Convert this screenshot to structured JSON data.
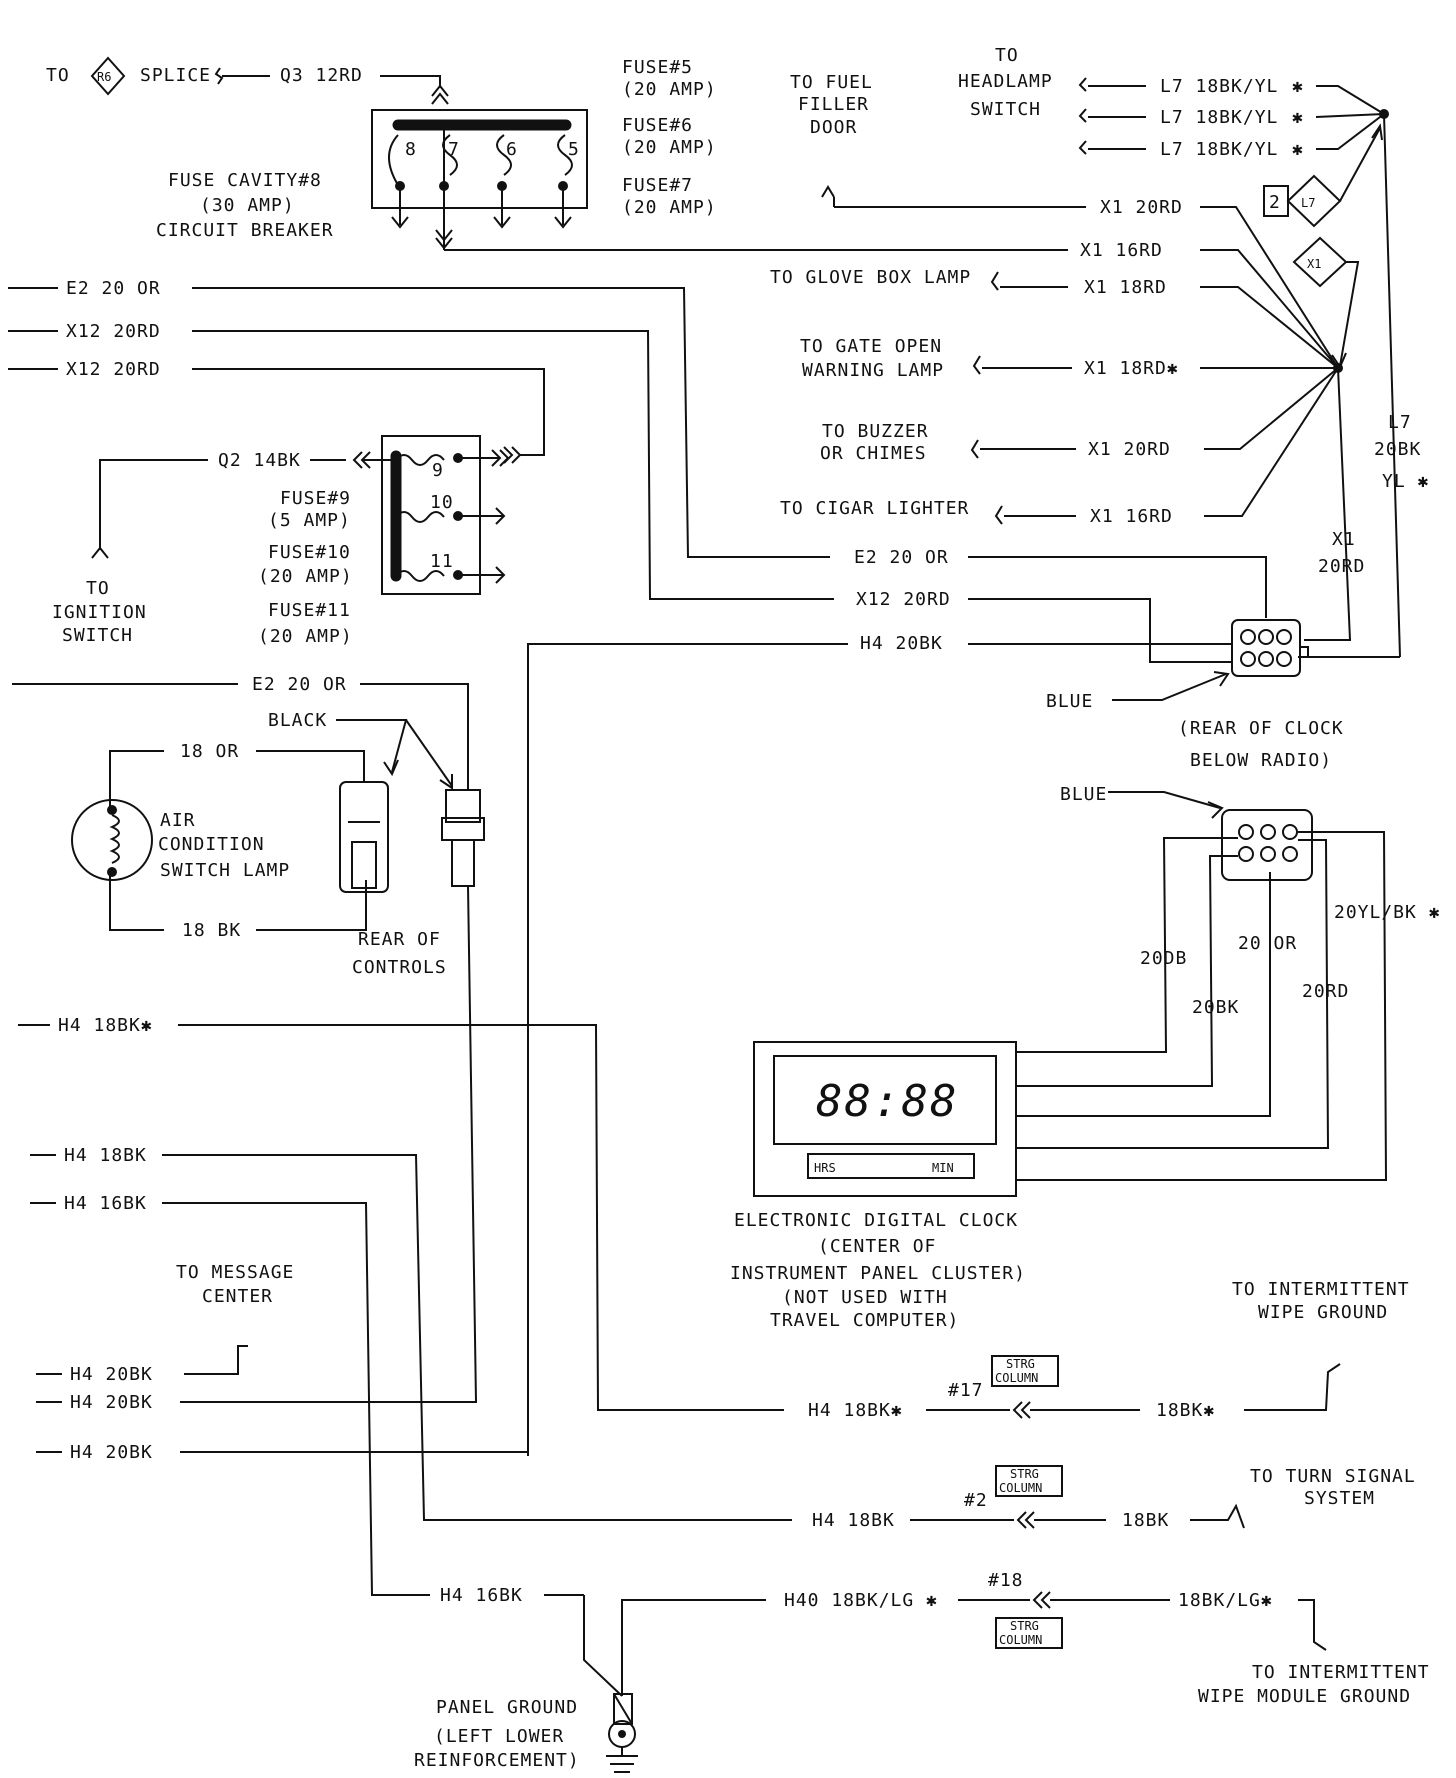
{
  "splice": {
    "to": "TO",
    "badge": "R6",
    "splice": "SPLICE",
    "wire": "Q3 12RD"
  },
  "fuse_block_top": {
    "cavities": [
      "8",
      "7",
      "6",
      "5"
    ],
    "cavity8": [
      "FUSE CAVITY#8",
      "(30 AMP)",
      "CIRCUIT BREAKER"
    ],
    "fuse5": [
      "FUSE#5",
      "(20 AMP)"
    ],
    "fuse6": [
      "FUSE#6",
      "(20 AMP)"
    ],
    "fuse7": [
      "FUSE#7",
      "(20 AMP)"
    ]
  },
  "fuel_filler": [
    "TO FUEL",
    "FILLER",
    "DOOR"
  ],
  "headlamp": {
    "label": [
      "TO",
      "HEADLAMP",
      "SWITCH"
    ],
    "wires": [
      "L7 18BK/YL",
      "L7 18BK/YL",
      "L7 18BK/YL"
    ],
    "star": "✱"
  },
  "splice_l7": {
    "num": "2",
    "badge": "L7"
  },
  "splice_x1": {
    "badge": "X1"
  },
  "x1_wires": {
    "w1": "X1 20RD",
    "w2": "X1 16RD",
    "w3": "X1 18RD",
    "w4": "X1 18RD✱",
    "w5": "X1 20RD",
    "w6": "X1 16RD"
  },
  "destinations": {
    "glove": "TO GLOVE BOX LAMP",
    "gate": [
      "TO GATE OPEN",
      "WARNING LAMP"
    ],
    "buzzer": [
      "TO BUZZER",
      "OR CHIMES"
    ],
    "cigar": "TO CIGAR LIGHTER"
  },
  "l7_vertical": [
    "L7",
    "20BK",
    "YL ✱"
  ],
  "x1_vertical": [
    "X1",
    "20RD"
  ],
  "left_wires": {
    "e2_top": "E2 20 OR",
    "x12a": "X12 20RD",
    "x12b": "X12 20RD",
    "q2": "Q2 14BK"
  },
  "fuse_block_mid": {
    "nums": [
      "9",
      "10",
      "11"
    ],
    "fuse9": [
      "FUSE#9",
      "(5 AMP)"
    ],
    "fuse10": [
      "FUSE#10",
      "(20 AMP)"
    ],
    "fuse11": [
      "FUSE#11",
      "(20 AMP)"
    ]
  },
  "ignition": [
    "TO",
    "IGNITION",
    "SWITCH"
  ],
  "mid_wires": {
    "e2": "E2 20 OR",
    "x12": "X12 20RD",
    "h4": "H4 20BK"
  },
  "clock_conn_rear": {
    "blue": "BLUE",
    "label": [
      "(REAR OF CLOCK",
      "BELOW RADIO)"
    ]
  },
  "ac_section": {
    "e2": "E2 20 OR",
    "black": "BLACK",
    "w18or": "18 OR",
    "w18bk": "18 BK",
    "lamp": [
      "AIR",
      "CONDITION",
      "SWITCH LAMP"
    ],
    "rear": [
      "REAR OF",
      "CONTROLS"
    ]
  },
  "clock_conn": {
    "blue": "BLUE",
    "wires": [
      "20DB",
      "20 OR",
      "20BK",
      "20RD",
      "20YL/BK ✱"
    ]
  },
  "clock": {
    "display": "88:88",
    "hrs": "HRS",
    "min": "MIN",
    "label": [
      "ELECTRONIC DIGITAL CLOCK",
      "(CENTER OF",
      "INSTRUMENT PANEL CLUSTER)",
      "(NOT USED WITH",
      "TRAVEL COMPUTER)"
    ]
  },
  "h4_wires": {
    "a": "H4 18BK✱",
    "b": "H4 18BK",
    "c": "H4 16BK",
    "d": "H4 20BK",
    "e": "H4 20BK",
    "f": "H4 20BK"
  },
  "message_center": [
    "TO MESSAGE",
    "CENTER"
  ],
  "bottom_wires": {
    "r1_left": "H4 18BK✱",
    "r1_num": "#17",
    "r1_right": "18BK✱",
    "r2_left": "H4 18BK",
    "r2_num": "#2",
    "r2_right": "18BK",
    "r3_left": "H4 16BK",
    "r3_mid": "H40 18BK/LG ✱",
    "r3_num": "#18",
    "r3_right": "18BK/LG✱",
    "strg": [
      "STRG",
      "COLUMN"
    ]
  },
  "intermittent_ground": [
    "TO INTERMITTENT",
    "WIPE GROUND"
  ],
  "turn_signal": [
    "TO TURN SIGNAL",
    "SYSTEM"
  ],
  "wipe_module": [
    "TO INTERMITTENT",
    "WIPE MODULE GROUND"
  ],
  "panel_ground": [
    "PANEL GROUND",
    "(LEFT LOWER",
    "REINFORCEMENT)"
  ]
}
